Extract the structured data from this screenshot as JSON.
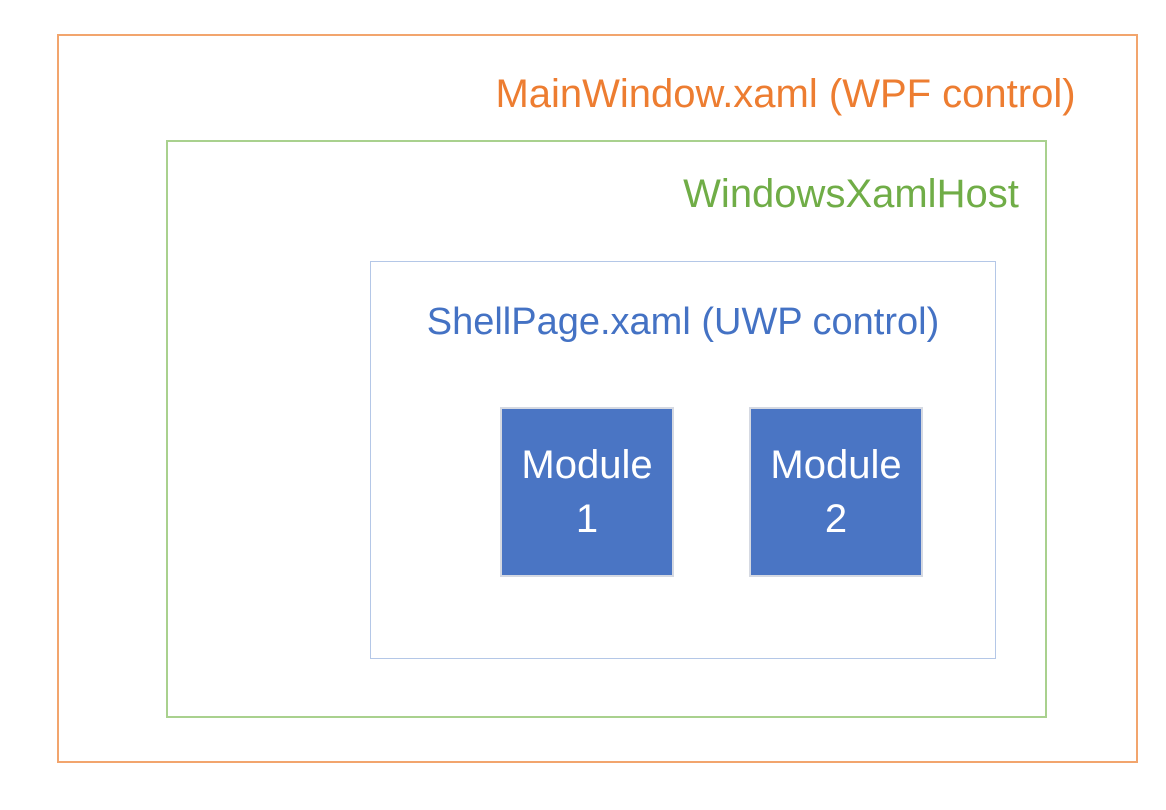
{
  "colors": {
    "orange-text": "#ED7D31",
    "orange-border": "#F2A56D",
    "green-text": "#70AD47",
    "green-border": "#A9D18E",
    "blue-text": "#4472C4",
    "blue-border": "#B4C7E7",
    "module-fill": "#4A75C4",
    "module-border": "#D5D9E2",
    "module-text": "#FFFFFF",
    "page-bg": "#FFFFFF"
  },
  "diagram": {
    "wpf_window": {
      "label": "MainWindow.xaml (WPF control)"
    },
    "xaml_host": {
      "label": "WindowsXamlHost"
    },
    "shell_page": {
      "label": "ShellPage.xaml (UWP control)"
    },
    "modules": [
      {
        "lines": [
          "Module",
          "1"
        ]
      },
      {
        "lines": [
          "Module",
          "2"
        ]
      }
    ]
  }
}
